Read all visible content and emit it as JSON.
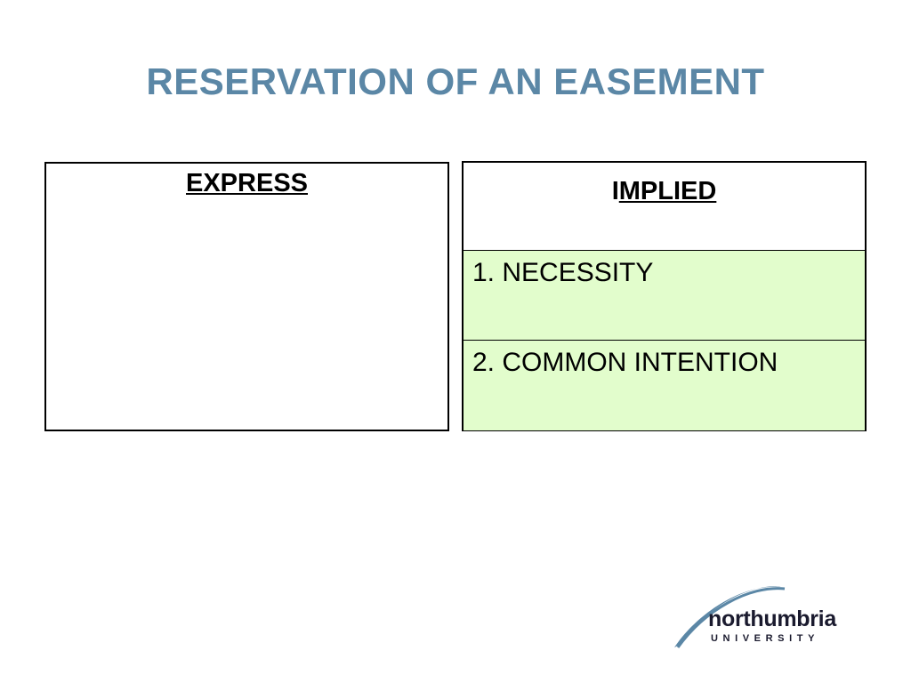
{
  "slide": {
    "title": "RESERVATION OF AN EASEMENT",
    "title_color": "#5b87a6"
  },
  "express": {
    "heading": "EXPRESS"
  },
  "implied": {
    "heading_first": "I",
    "heading_rest": "MPLIED",
    "items": [
      {
        "label": "1. NECESSITY"
      },
      {
        "label": "2. COMMON INTENTION"
      }
    ],
    "item_background": "#e2fdcc"
  },
  "logo": {
    "name": "northumbria",
    "subtitle": "UNIVERSITY",
    "swoosh_color": "#5b87a6"
  }
}
